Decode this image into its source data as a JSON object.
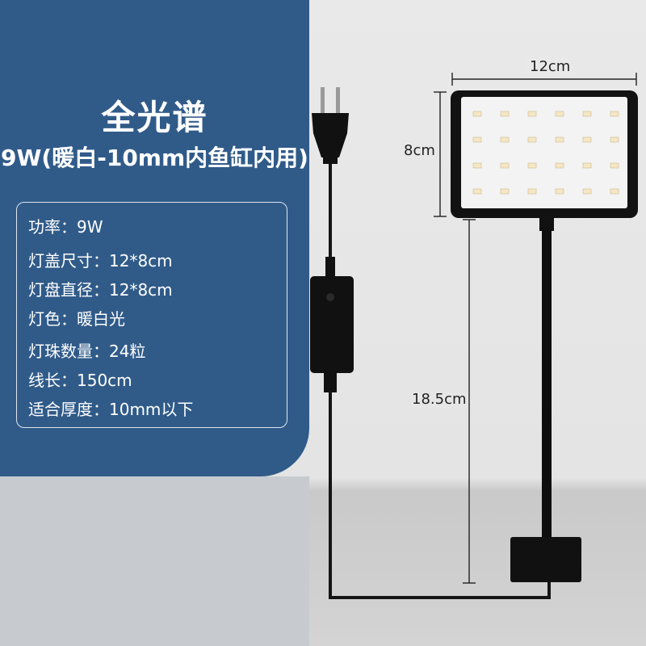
{
  "title": "全光谱",
  "subtitle": "9W(暖白-10mm内鱼缸内用)",
  "specs": [
    {
      "label": "功率：",
      "value": "9W"
    },
    {
      "label": "灯盖尺寸：",
      "value": "12*8cm"
    },
    {
      "label": "灯盘直径：",
      "value": "12*8cm"
    },
    {
      "label": "灯色：",
      "value": "暖白光"
    },
    {
      "label": "灯珠数量：",
      "value": "24粒"
    },
    {
      "label": "线长：",
      "value": "150cm"
    },
    {
      "label": "适合厚度：",
      "value": "10mm以下"
    }
  ],
  "dimensions": {
    "width": "12cm",
    "height": "8cm",
    "stem": "18.5cm"
  },
  "colors": {
    "panel_blue": "#305b89",
    "lamp_black": "#111111",
    "led_warm": "#f5e7c4"
  }
}
